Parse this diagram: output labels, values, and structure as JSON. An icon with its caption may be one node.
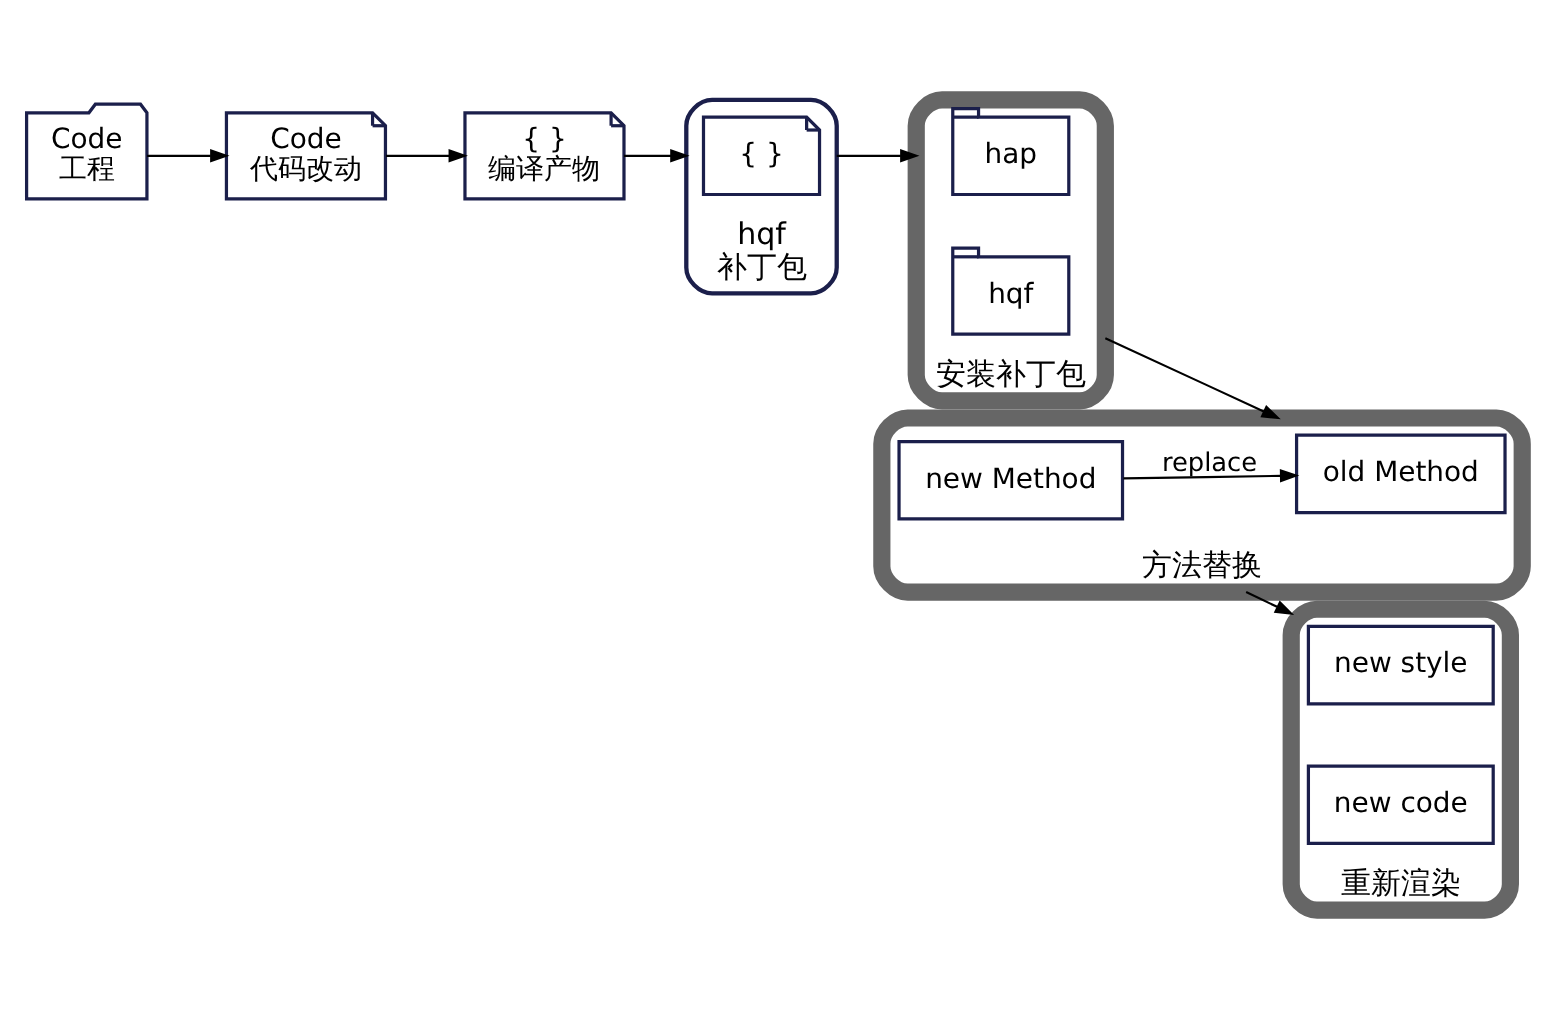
{
  "diagram": {
    "nodes": [
      {
        "text": [
          "Code",
          "工程"
        ]
      },
      {
        "text": [
          "Code",
          "代码改动"
        ]
      },
      {
        "text": [
          "{ }",
          "编译产物"
        ]
      },
      {
        "text": [
          "hqf",
          "补丁包"
        ]
      },
      {
        "text": [
          "{ }"
        ],
        "in": 3
      },
      {
        "text": [
          "安装补丁包"
        ]
      },
      {
        "text": [
          "hap"
        ],
        "in": 5
      },
      {
        "text": [
          "hqf"
        ],
        "in": 5
      },
      {
        "text": [
          "方法替换"
        ]
      },
      {
        "text": [
          "old Method"
        ],
        "in": 8
      },
      {
        "text": [
          "new Method"
        ],
        "in": 8
      },
      {
        "text": [
          "重新渲染"
        ]
      },
      {
        "text": [
          "new style"
        ],
        "in": 11
      },
      {
        "text": [
          "new code"
        ],
        "in": 11
      }
    ],
    "edges": [
      {
        "from": 0,
        "to": 1,
        "arrow": "to"
      },
      {
        "from": 1,
        "to": 2,
        "arrow": "to"
      },
      {
        "from": 2,
        "to": 3,
        "arrow": "to"
      },
      {
        "from": 3,
        "to": 5,
        "arrow": "to"
      },
      {
        "from": 5,
        "to": 8,
        "arrow": "to"
      },
      {
        "from": 8,
        "to": 11,
        "arrow": "to"
      },
      {
        "from": 10,
        "to": 9,
        "label": "replace",
        "arrow": "to"
      }
    ]
  }
}
